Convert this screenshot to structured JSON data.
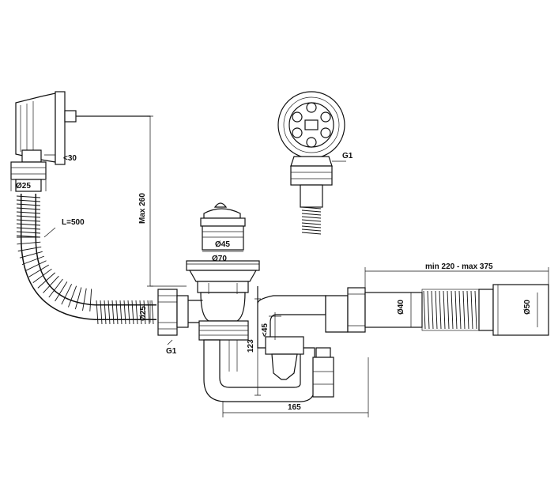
{
  "labels": {
    "d30": "<30",
    "d25_top": "Ø25",
    "max260": "Max 260",
    "l500": "L=500",
    "g1_top": "G1",
    "d45": "Ø45",
    "d70": "Ø70",
    "min_max": "min 220 - max 375",
    "d40": "Ø40",
    "d50": "Ø50",
    "d25_mid": "Ø25",
    "g1_mid": "G1",
    "d123": "123",
    "d45_lt": "<45",
    "d165": "165"
  }
}
